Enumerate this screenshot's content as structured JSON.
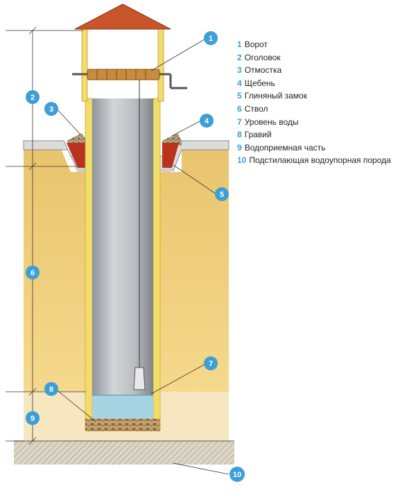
{
  "legend": [
    {
      "num": "1",
      "label": "Ворот"
    },
    {
      "num": "2",
      "label": "Оголовок"
    },
    {
      "num": "3",
      "label": "Отмостка"
    },
    {
      "num": "4",
      "label": "Щебень"
    },
    {
      "num": "5",
      "label": "Глиняный замок"
    },
    {
      "num": "6",
      "label": "Ствол"
    },
    {
      "num": "7",
      "label": "Уровень воды"
    },
    {
      "num": "8",
      "label": "Гравий"
    },
    {
      "num": "9",
      "label": "Водоприемная часть"
    },
    {
      "num": "10",
      "label": "Подстилающая водоупорная порода"
    }
  ],
  "badges": {
    "b1": "1",
    "b2": "2",
    "b3": "3",
    "b4": "4",
    "b5": "5",
    "b6": "6",
    "b7": "7",
    "b8": "8",
    "b9": "9",
    "b10": "10"
  },
  "colors": {
    "badge": "#3d9fd6",
    "roof": "#c9552b",
    "soil": "#f0cf7c",
    "shaft": "#b8bcc0",
    "water": "#a6d4e2",
    "clay": "#b8321d",
    "frame": "#f2dc6a"
  }
}
